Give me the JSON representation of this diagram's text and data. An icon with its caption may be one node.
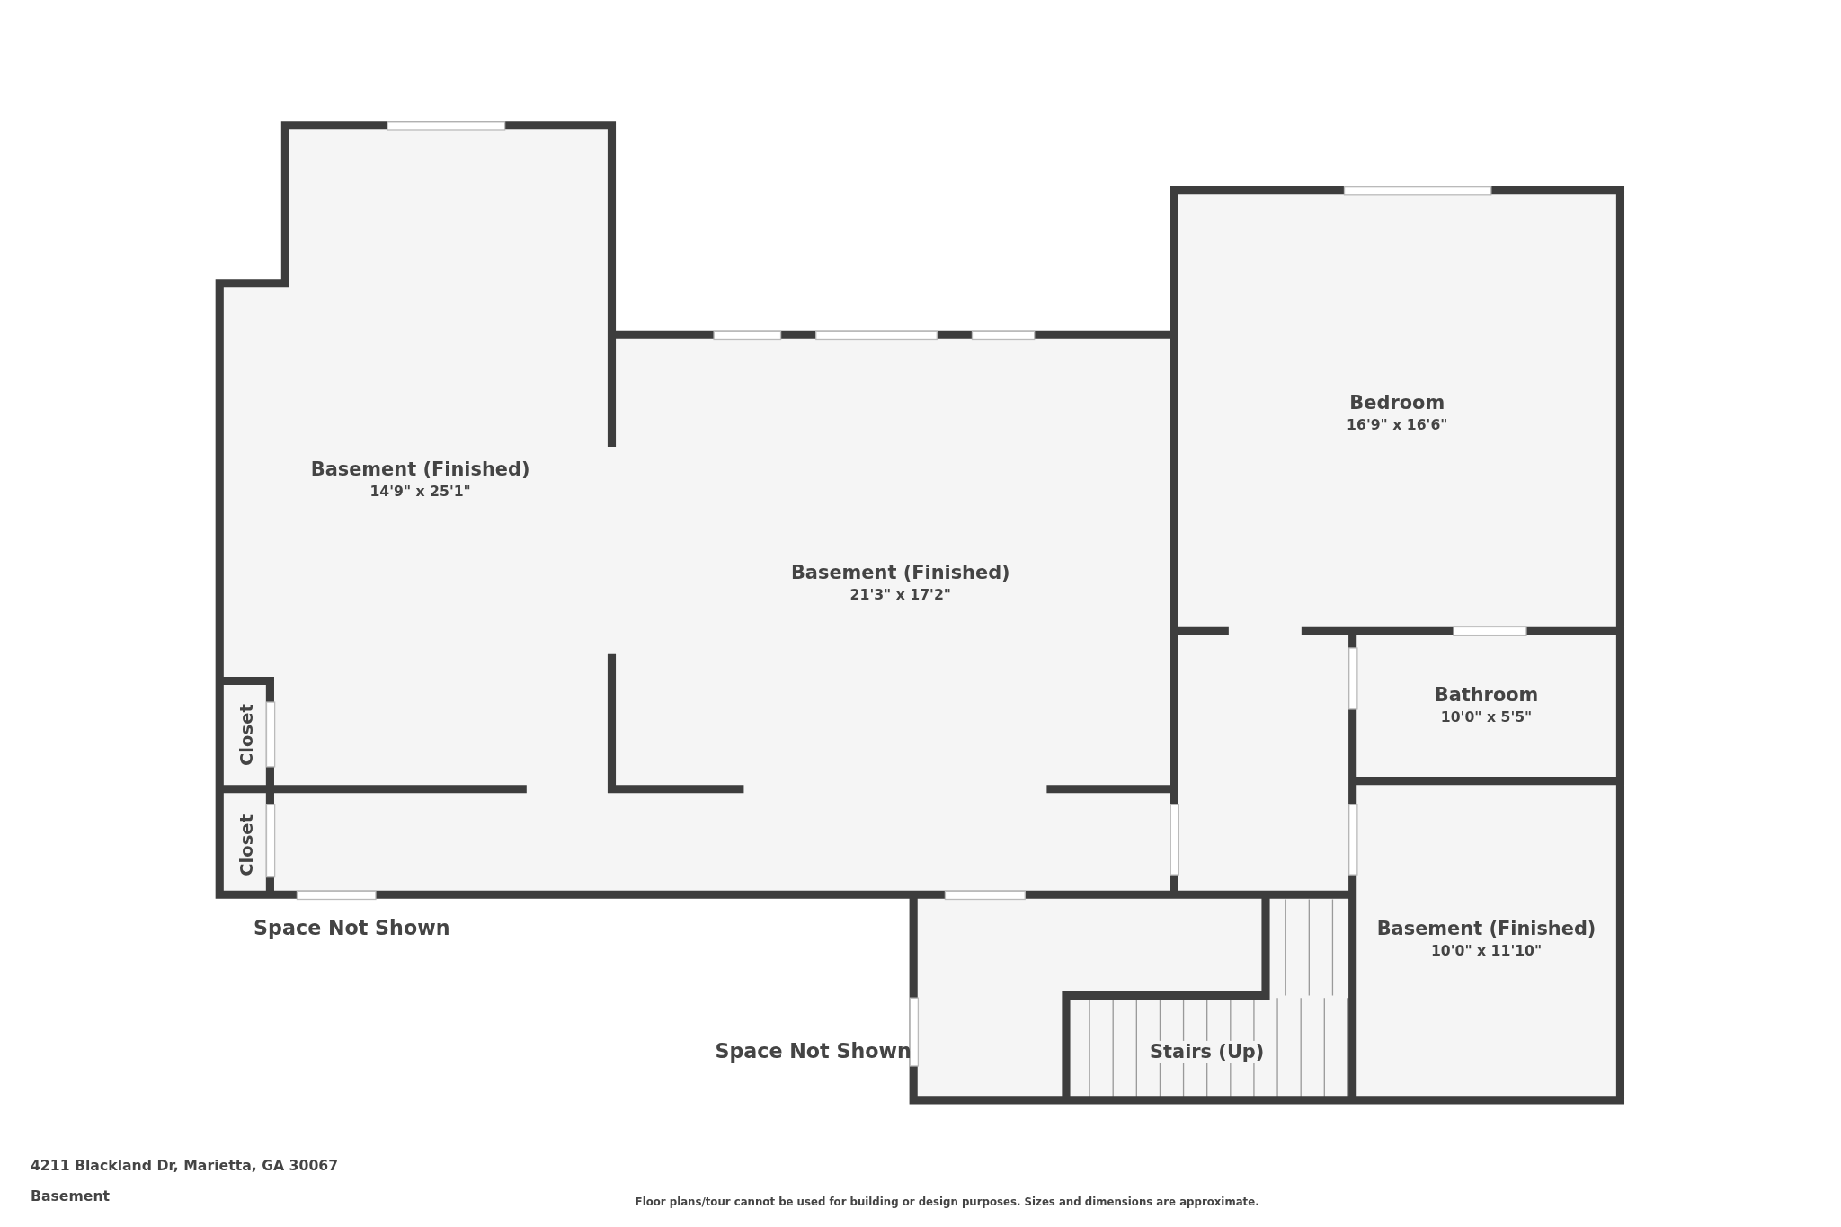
{
  "diagram": {
    "nodes": [
      {
        "text": [
          "Basement (Finished)",
          "14'9\" x 25'1\""
        ]
      },
      {
        "text": [
          "Bedroom",
          "16'9\" x 16'6\""
        ]
      },
      {
        "text": [
          "Basement (Finished)",
          "21'3\" x 17'2\""
        ]
      },
      {
        "text": [
          "Bathroom",
          "10'0\" x 5'5\""
        ]
      },
      {
        "text": [
          "Closet"
        ]
      },
      {
        "text": [
          "Closet"
        ]
      },
      {
        "text": [
          "Basement (Finished)",
          "10'0\" x 11'10\""
        ]
      },
      {
        "text": [
          "Stairs (Up)"
        ]
      }
    ],
    "labels": [
      "Space Not Shown",
      "Space Not Shown",
      "4211 Blackland Dr, Marietta, GA 30067",
      "Basement",
      "Floor plans/tour cannot be used for building or design purposes. Sizes and dimensions are approximate."
    ]
  }
}
